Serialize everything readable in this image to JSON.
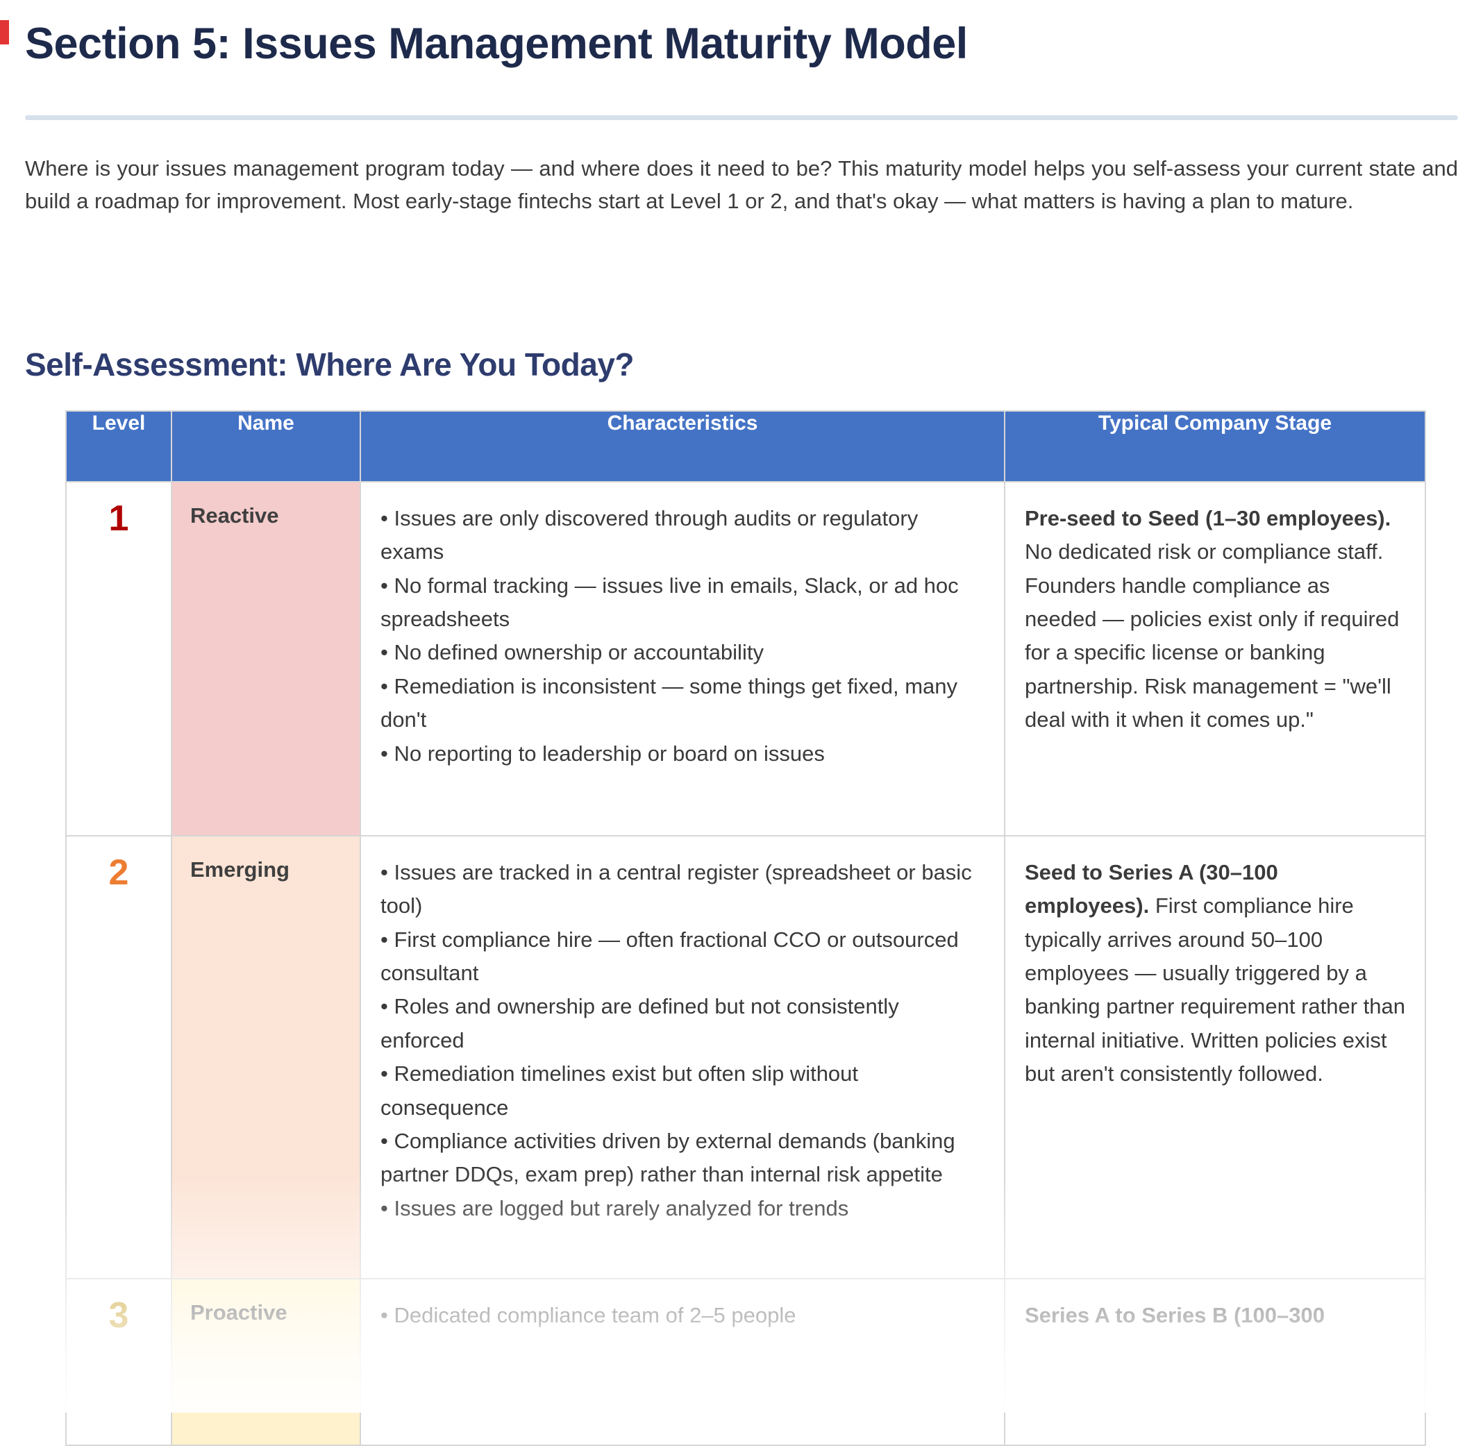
{
  "page": {
    "title": "Section 5: Issues Management Maturity Model",
    "intro": "Where is your issues management program today — and where does it need to be? This maturity model helps you self-assess your current state and build a roadmap for improvement. Most early-stage fintechs start at Level 1 or 2, and that's okay — what matters is having a plan to mature.",
    "section_heading": "Self-Assessment: Where Are You Today?"
  },
  "colors": {
    "title_navy": "#1e2a4b",
    "heading_navy": "#2e3c6e",
    "divider_blue": "#d7e1ed",
    "header_blue": "#4473c6",
    "level1_red": "#b00000",
    "level1_bg_pink": "#f4cccc",
    "level2_orange": "#ed7d31",
    "level2_bg_peach": "#fce4d6",
    "level3_gold": "#bf8f00",
    "level3_bg_yellow": "#fff2cc",
    "border_gray": "#d6d6d6"
  },
  "table": {
    "headers": [
      "Level",
      "Name",
      "Characteristics",
      "Typical Company Stage"
    ],
    "rows": [
      {
        "level": "1",
        "level_color": "#b00000",
        "name": "Reactive",
        "name_bg": "#f4cccc",
        "characteristics": [
          "• Issues are only discovered through audits or regulatory exams",
          "• No formal tracking — issues live in emails, Slack, or ad hoc spreadsheets",
          "• No defined ownership or accountability",
          "• Remediation is inconsistent — some things get fixed, many don't",
          "• No reporting to leadership or board on issues"
        ],
        "stage_bold": "Pre-seed to Seed (1–30 employees).",
        "stage_rest": " No dedicated risk or compliance staff. Founders handle compliance as needed — policies exist only if required for a specific license or banking partnership. Risk management = \"we'll deal with it when it comes up.\""
      },
      {
        "level": "2",
        "level_color": "#ed7d31",
        "name": "Emerging",
        "name_bg": "#fce4d6",
        "characteristics": [
          "• Issues are tracked in a central register (spreadsheet or basic tool)",
          "• First compliance hire — often fractional CCO or outsourced consultant",
          "• Roles and ownership are defined but not consistently enforced",
          "• Remediation timelines exist but often slip without consequence",
          "• Compliance activities driven by external demands (banking partner DDQs, exam prep) rather than internal risk appetite",
          "• Issues are logged but rarely analyzed for trends"
        ],
        "stage_bold": "Seed to Series A (30–100 employees).",
        "stage_rest": " First compliance hire typically arrives around 50–100 employees — usually triggered by a banking partner requirement rather than internal initiative. Written policies exist but aren't consistently followed."
      },
      {
        "level": "3",
        "level_color": "#bf8f00",
        "name": "Proactive",
        "name_bg": "#fff2cc",
        "characteristics": [
          "• Dedicated compliance team of 2–5 people"
        ],
        "stage_bold": "Series A to Series B (100–300",
        "stage_rest": ""
      }
    ]
  }
}
